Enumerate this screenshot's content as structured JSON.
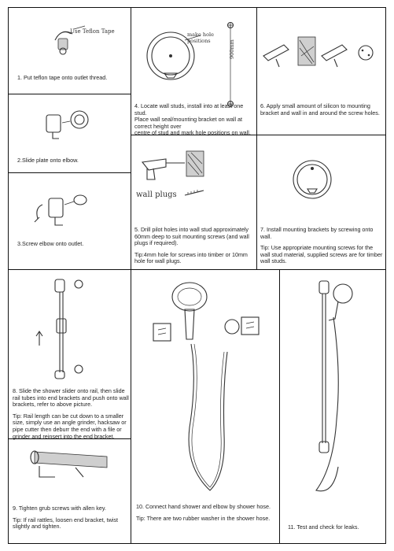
{
  "steps": {
    "s1": {
      "caption": "1. Put teflon tape onto outlet thread.",
      "handwriting": "Use Teflon Tape"
    },
    "s2": {
      "caption": "2.Slide plate onto elbow."
    },
    "s3": {
      "caption": "3.Screw elbow onto outlet."
    },
    "s4": {
      "lines": [
        "4. Locate wall studs, install into at least one stud.",
        "Place wall seal/mounting bracket on wall at correct height over",
        "centre of stud and mark hole positions on wall."
      ],
      "handwriting": "make hole positions",
      "dimension": "900mm"
    },
    "s5": {
      "lines": [
        "5. Drill pilot holes into wall stud approximately 60mm deep to suit mounting screws (and wall plugs if required)."
      ],
      "tip": "Tip:4mm hole for screws into timber or 10mm hole for wall plugs.",
      "handwriting": "wall plugs"
    },
    "s6": {
      "lines": [
        "6. Apply small amount of silicon to mounting bracket and wall in and around the screw holes."
      ]
    },
    "s7": {
      "lines": [
        "7. Install mounting brackets by screwing onto wall."
      ],
      "tip": "Tip: Use appropriate mounting screws for the wall stud material, supplied screws are for timber wall studs."
    },
    "s8": {
      "lines": [
        "8. Slide the shower slider onto rail, then slide rail tubes into end brackets and push onto wall brackets, refer to above picture."
      ],
      "tip": "Tip: Rail length can be cut down to a smaller size, simply use an angle grinder, hacksaw or pipe cutter then deburr the end with a file or grinder and reinsert into the end bracket."
    },
    "s9": {
      "lines": [
        "9. Tighten grub screws with allen key."
      ],
      "tip": "Tip: If rail rattles, loosen end bracket, twist slightly and tighten."
    },
    "s10": {
      "lines": [
        "10. Connect hand shower and elbow by shower hose."
      ],
      "tip": "Tip: There are two rubber washer in the shower hose."
    },
    "s11": {
      "caption": "11.  Test and check for leaks."
    }
  },
  "icons": [
    "teflon-tape-icon",
    "wall-plate-icon",
    "elbow-outlet-icon",
    "mounting-bracket-icon",
    "drill-icon",
    "wall-plug-icon",
    "silicone-gun-icon",
    "rail-assembly-icon",
    "allen-key-icon",
    "hand-shower-icon",
    "shower-hose-icon"
  ]
}
